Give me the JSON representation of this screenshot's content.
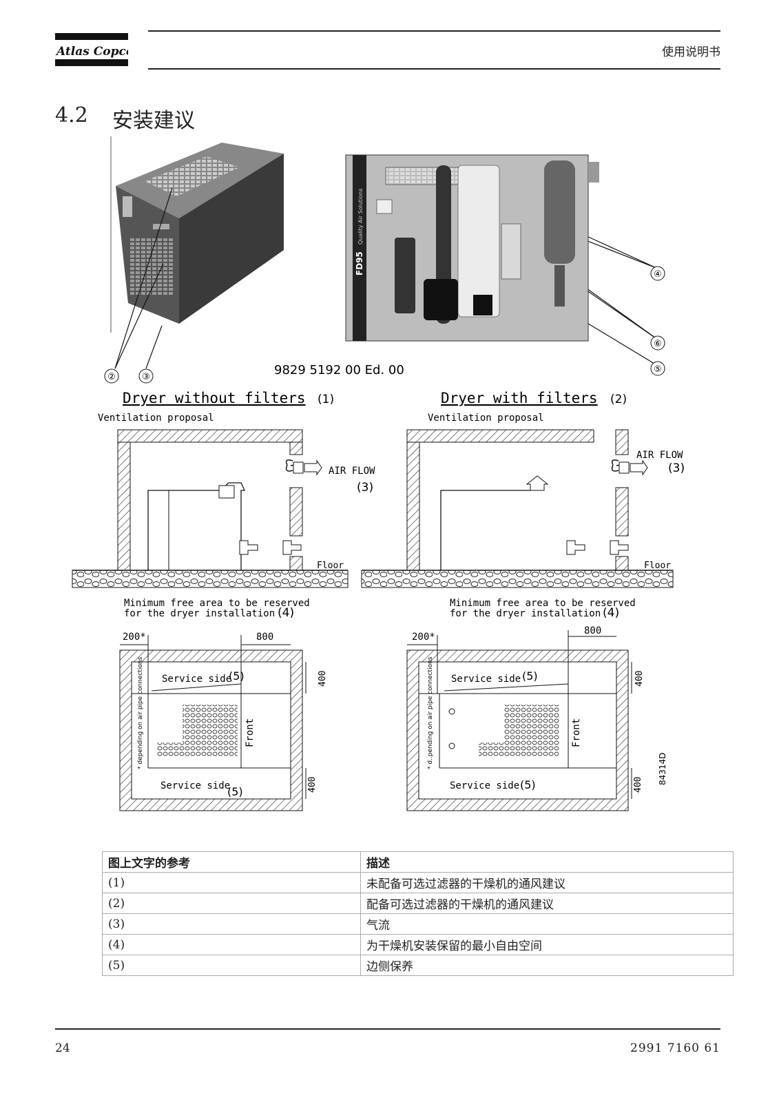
{
  "header": {
    "brand": "Atlas Copco",
    "doc_title": "使用说明书"
  },
  "section": {
    "number": "4.2",
    "title": "安装建议"
  },
  "figure": {
    "edition": "9829 5192 00 Ed. 00",
    "photo_callouts": [
      "②",
      "③",
      "④",
      "⑥",
      "⑤"
    ],
    "model_label": "FD95",
    "brand_strip": "Quality Air Solutions",
    "left_panel": {
      "title": "Dryer without filters",
      "ref": "(1)",
      "subtitle": "Ventilation proposal",
      "airflow": "AIR FLOW",
      "airflow_ref": "(3)",
      "floor": "Floor",
      "min_area_line1": "Minimum free area to be reserved",
      "min_area_line2": "for the dryer installation",
      "min_area_ref": "(4)",
      "dim_left": "200*",
      "dim_top": "800",
      "dim_right_top": "400",
      "dim_right_bottom": "400",
      "service_side": "Service side",
      "service_ref": "(5)",
      "front": "Front",
      "note": "* depending on air pipe connections"
    },
    "right_panel": {
      "title": "Dryer with filters",
      "ref": "(2)",
      "subtitle": "Ventilation proposal",
      "airflow": "AIR FLOW",
      "airflow_ref": "(3)",
      "floor": "Floor",
      "min_area_line1": "Minimum free area to be reserved",
      "min_area_line2": "for the dryer installation",
      "min_area_ref": "(4)",
      "dim_left": "200*",
      "dim_top": "800",
      "dim_right_top": "400",
      "dim_right_bottom": "400",
      "service_side": "Service side",
      "service_ref": "(5)",
      "front": "Front",
      "note": "* d..pending on air pipe connections",
      "drawing_code": "84314D"
    }
  },
  "table": {
    "headers": [
      "图上文字的参考",
      "描述"
    ],
    "rows": [
      [
        "(1)",
        "未配备可选过滤器的干燥机的通风建议"
      ],
      [
        "(2)",
        "配备可选过滤器的干燥机的通风建议"
      ],
      [
        "(3)",
        "气流"
      ],
      [
        "(4)",
        "为干燥机安装保留的最小自由空间"
      ],
      [
        "(5)",
        "边侧保养"
      ]
    ]
  },
  "footer": {
    "page_number": "24",
    "doc_number": "2991 7160 61"
  }
}
